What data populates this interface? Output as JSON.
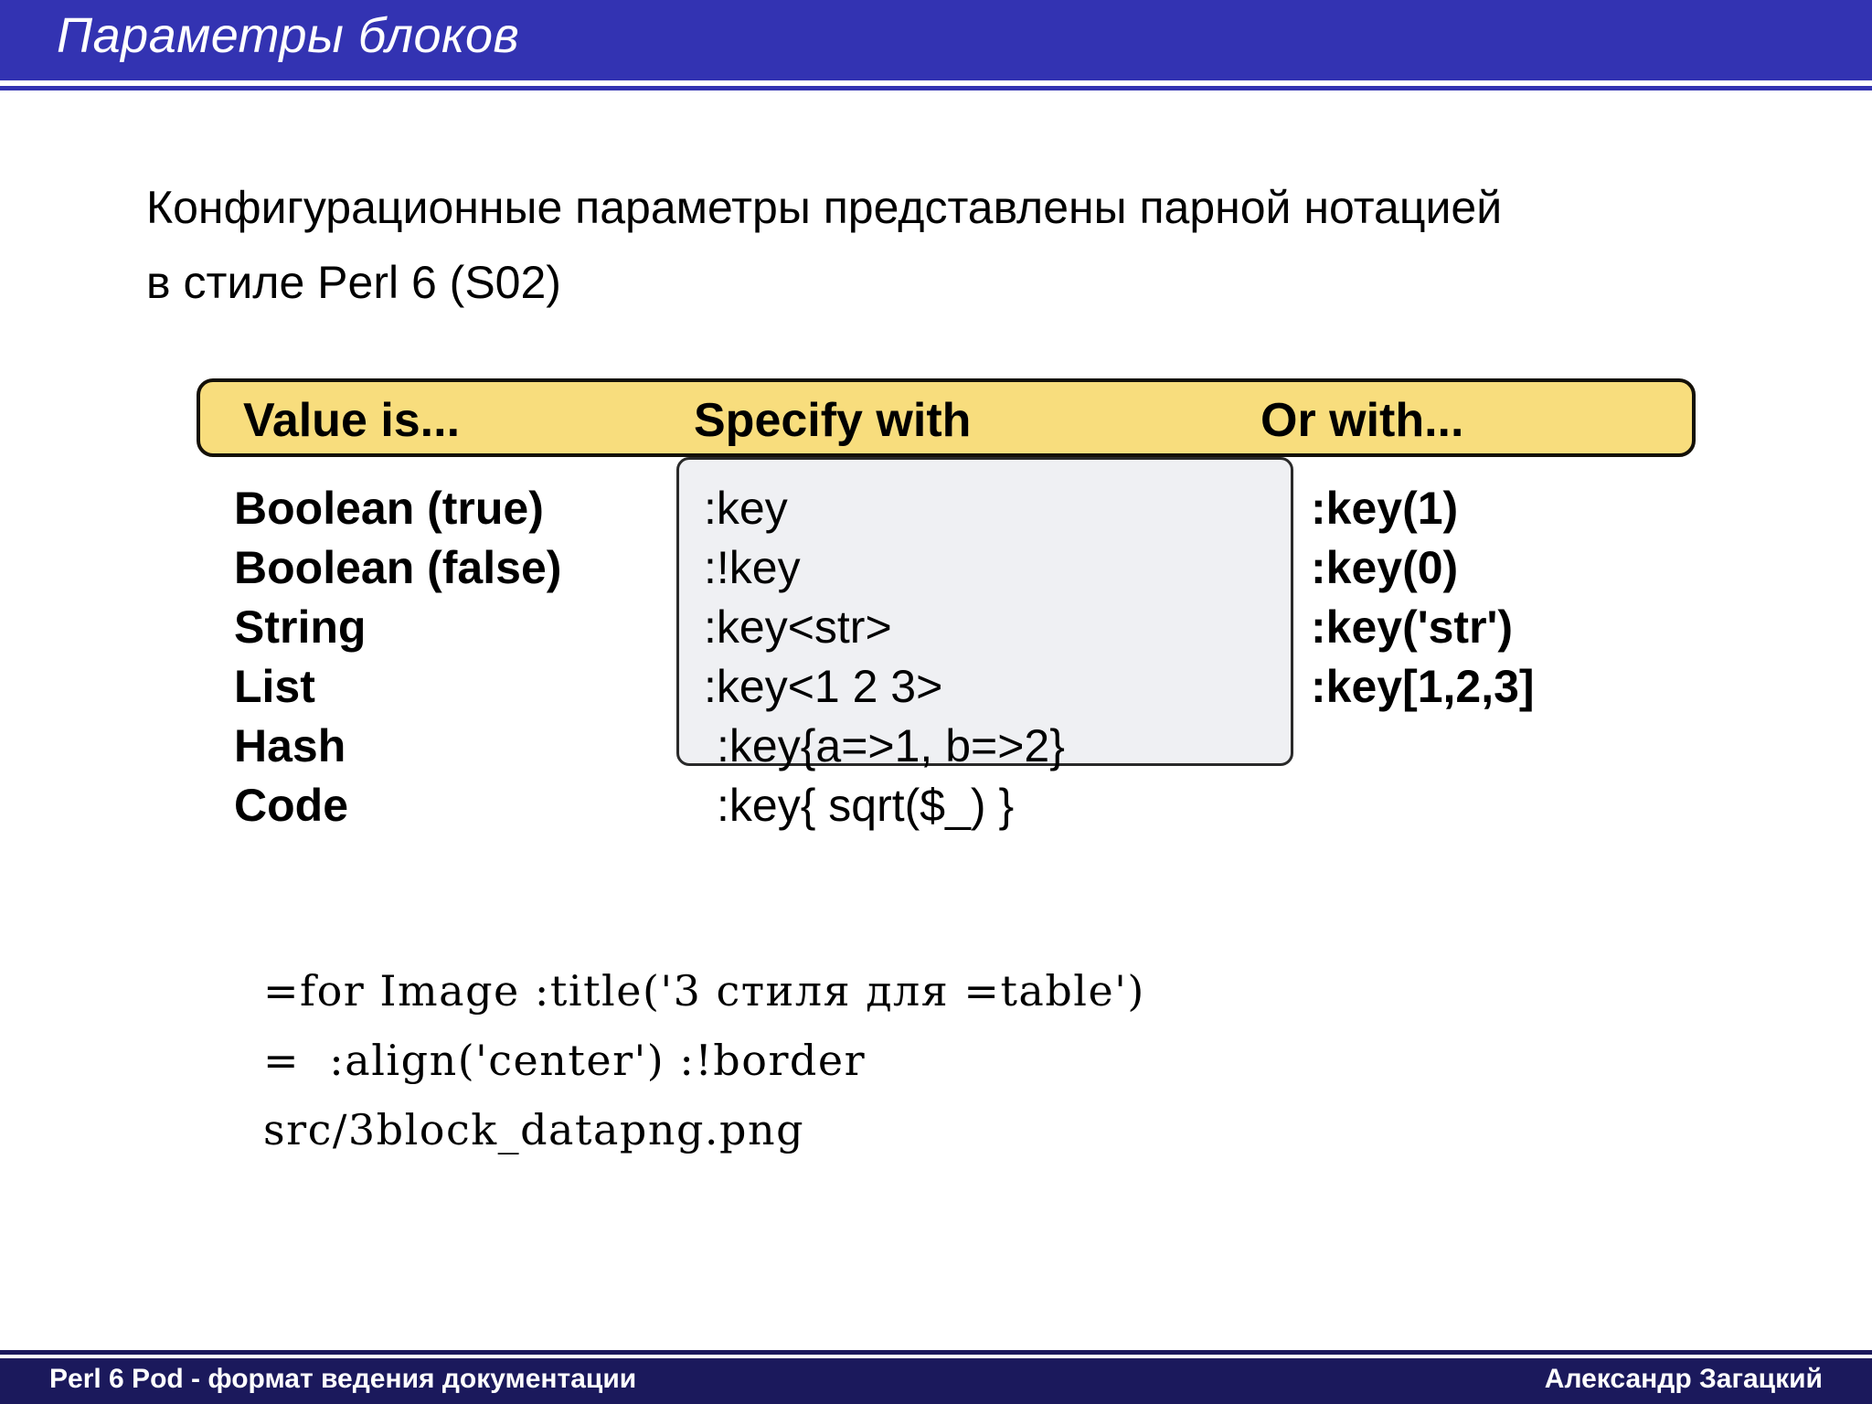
{
  "slide": {
    "title": "Параметры блоков",
    "header_color": "#3333b2",
    "footer_color": "#1b195c"
  },
  "intro": {
    "line1": "Конфигурационные параметры представлены парной нотацией",
    "line2": "в стиле Perl 6 (S02)"
  },
  "figure": {
    "header_bg": "#f8dd7d",
    "popup_bg": "#eff0f3",
    "headers": {
      "value_is": "Value is...",
      "specify_with": "Specify with",
      "or_with": "Or with..."
    },
    "rows": [
      {
        "value": "Boolean (true)",
        "specify": ":key",
        "or": ":key(1)"
      },
      {
        "value": "Boolean (false)",
        "specify": ":!key",
        "or": ":key(0)"
      },
      {
        "value": "String",
        "specify": ":key<str>",
        "or": ":key('str')"
      },
      {
        "value": "List",
        "specify": ":key<1 2 3>",
        "or": ":key[1,2,3]"
      },
      {
        "value": "Hash",
        "specify": ":key{a=>1, b=>2}",
        "or": ""
      },
      {
        "value": "Code",
        "specify": ":key{ sqrt($_) }",
        "or": ""
      }
    ]
  },
  "code": {
    "line1": "=for Image :title('3 стиля для =table')",
    "line2": "=  :align('center') :!border",
    "line3": "src/3block_datapng.png"
  },
  "footer": {
    "left": "Perl 6 Pod - формат ведения документации",
    "right": "Александр Загацкий"
  }
}
